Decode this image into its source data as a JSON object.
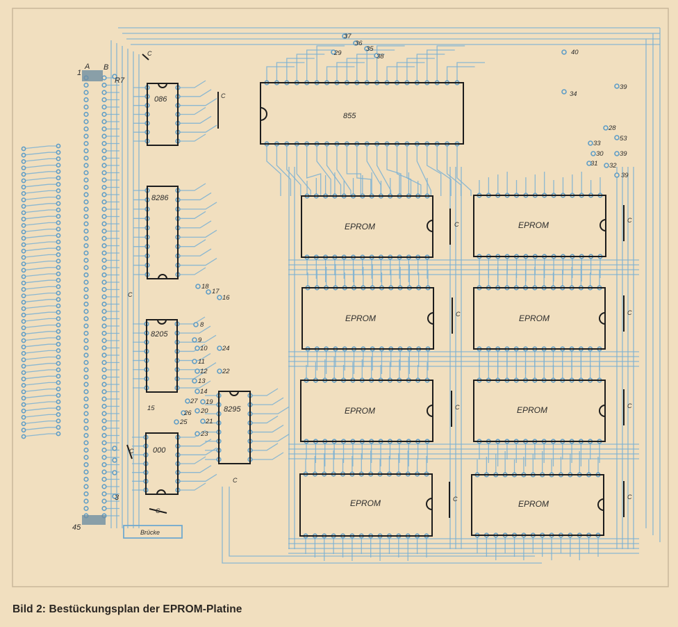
{
  "caption": "Bild 2: Bestückungsplan der EPROM-Platine",
  "ics": {
    "u086": "086",
    "u8286": "8286",
    "u855": "855",
    "u8205": "8205",
    "u8295": "8295",
    "u000": "000",
    "eprom": "EPROM"
  },
  "labels": {
    "cap": "C",
    "resistor": "R7",
    "bridge": "Brücke",
    "edge_a": "A",
    "edge_b": "B",
    "pin1": "1",
    "pin45": "45",
    "pin3": "3"
  },
  "points": {
    "p37": "37",
    "p29": "29",
    "p36": "36",
    "p35": "35",
    "p38a": "38",
    "p40": "40",
    "p34": "34",
    "p39a": "39",
    "p28": "28",
    "p33a": "33",
    "p53": "53",
    "p30": "30",
    "p39b": "39",
    "p31": "31",
    "p32": "32",
    "p39c": "39",
    "p18": "18",
    "p17": "17",
    "p16": "16",
    "p8": "8",
    "p9": "9",
    "p10": "10",
    "p24": "24",
    "p11": "11",
    "p12": "12",
    "p22": "22",
    "p13": "13",
    "p14": "14",
    "p27": "27",
    "p19": "19",
    "p15": "15",
    "p26": "26",
    "p20": "20",
    "p25": "25",
    "p21": "21",
    "p23": "23"
  },
  "colors": {
    "paper": "#f1dfbf",
    "trace": "#6fa9cf",
    "ink": "#1c1c1c"
  }
}
